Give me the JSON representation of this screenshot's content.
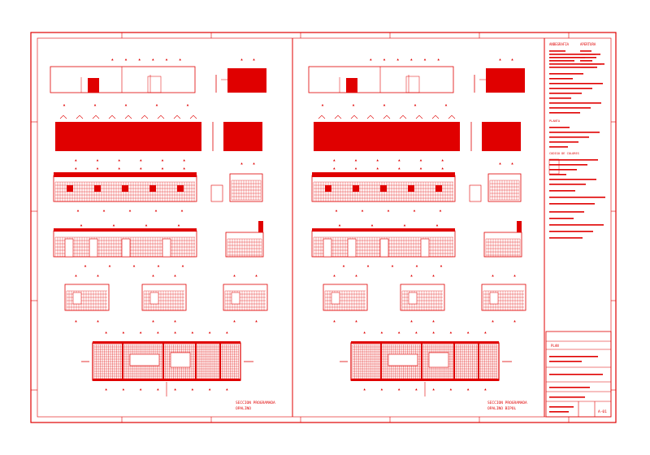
{
  "colors": {
    "ink": "#e00000",
    "paper": "#ffffff"
  },
  "sheet": {
    "panels": [
      {
        "id": "left",
        "caption_line1": "SECCION PROGRAMADA",
        "caption_line2": "OPALINO"
      },
      {
        "id": "right",
        "caption_line1": "SECCION PROGRAMADA",
        "caption_line2": "OPALINO BIPOL"
      }
    ],
    "legend": {
      "heading_left": "ANBEGRAFIA",
      "heading_right": "APERTURA",
      "section_heading_1": "PLANTA",
      "section_heading_2": "CODIGO DE COLORES"
    },
    "title_block": {
      "project_line": "PLAN",
      "sheet_label": "A-01"
    }
  }
}
